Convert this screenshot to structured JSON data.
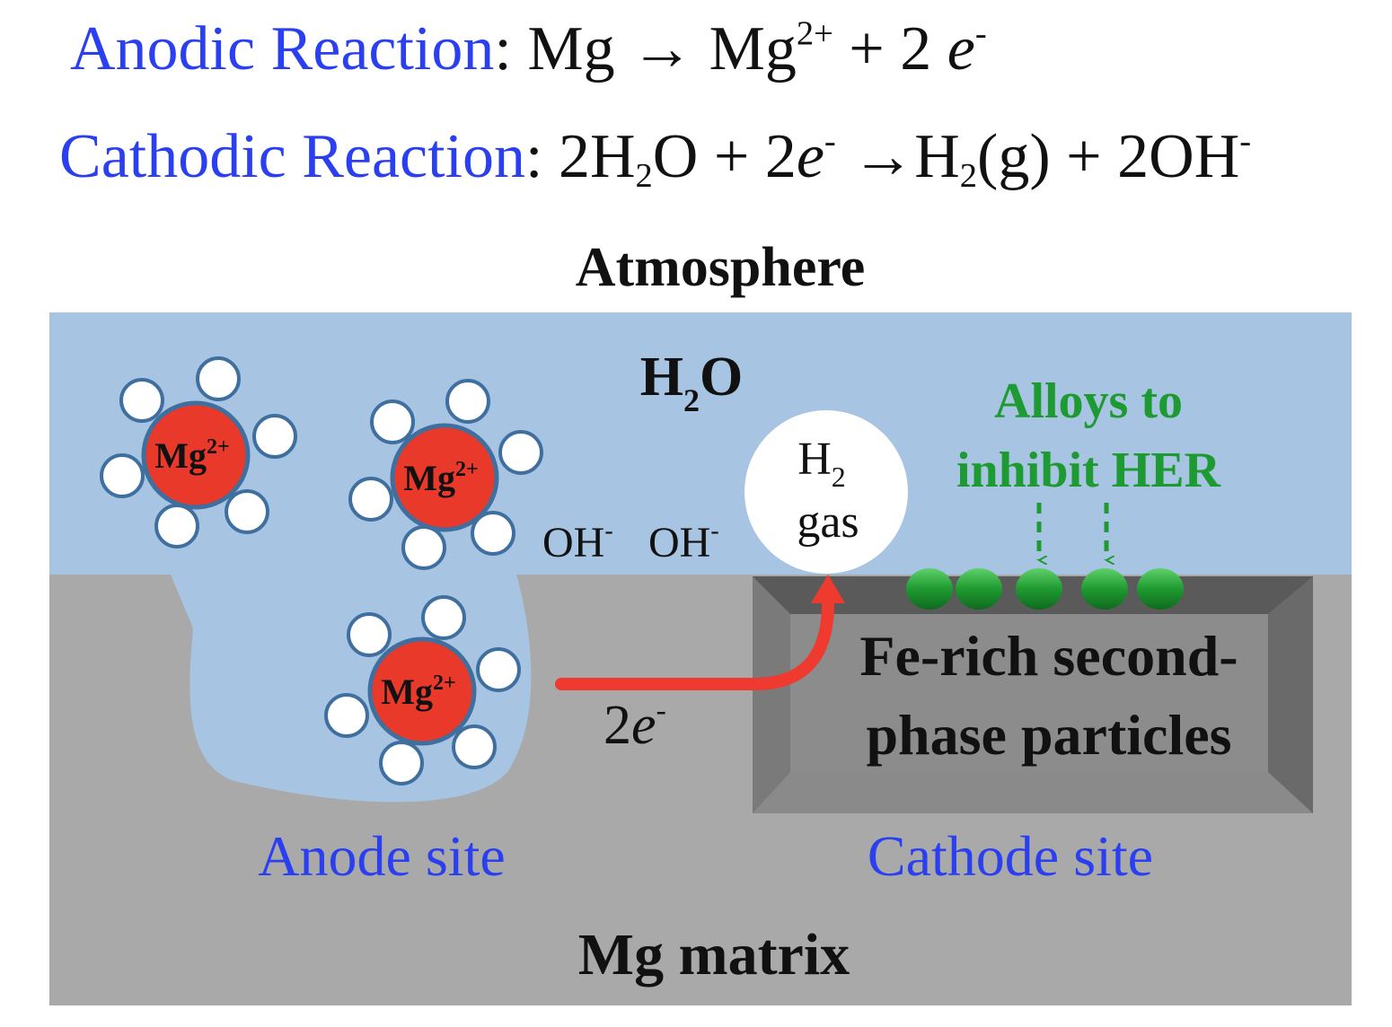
{
  "equations": {
    "anodic": {
      "name": "Anodic Reaction",
      "colon": ":",
      "lhs": "Mg",
      "arrow": "→",
      "product": "Mg",
      "product_sup": "2+",
      "plus_electrons": "+ 2",
      "electron": "e",
      "electron_sup": "-"
    },
    "cathodic": {
      "name": "Cathodic Reaction",
      "colon": ":",
      "coef_water": "2H",
      "water_sub": "2",
      "water_o": "O + 2",
      "electron": "e",
      "electron_sup": "-",
      "arrow": "→",
      "hydrogen": "H",
      "hydrogen_sub": "2",
      "hydrogen_state": "(g) + 2OH",
      "hydroxide_sup": "-"
    }
  },
  "diagram": {
    "atmosphere": "Atmosphere",
    "water": {
      "main": "H",
      "sub": "2",
      "tail": "O"
    },
    "ion": {
      "main": "Mg",
      "sup": "2+"
    },
    "hydroxide": {
      "main": "OH",
      "sup": "-"
    },
    "gas_bubble": {
      "line1_main": "H",
      "line1_sub": "2",
      "line2": "gas"
    },
    "alloys_line1": "Alloys to",
    "alloys_line2": "inhibit HER",
    "particle_line1": "Fe-rich second-",
    "particle_line2": "phase particles",
    "electron_transfer": {
      "coef": "2",
      "main": "e",
      "sup": "-"
    },
    "anode_site": "Anode site",
    "cathode_site": "Cathode site",
    "matrix": "Mg matrix"
  },
  "colors": {
    "water": "#a7c4e2",
    "matrix": "#a9a9a9",
    "ion": "#e8392a",
    "alloy_green": "#1e9a32",
    "label_blue": "#2a3ff0",
    "arrow_red": "#ef3b2f"
  }
}
